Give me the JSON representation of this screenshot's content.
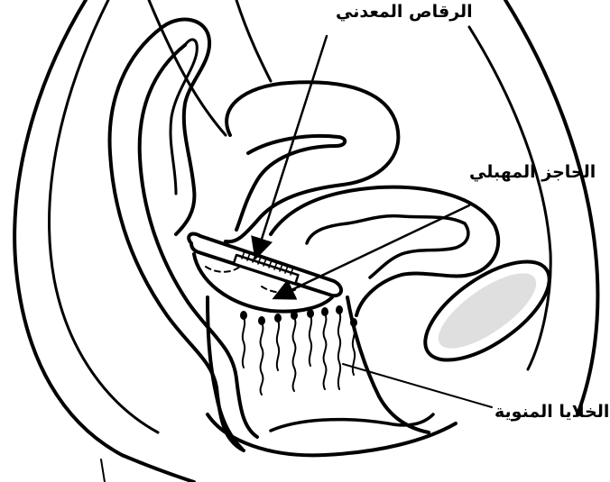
{
  "labels": {
    "coil": "الرقاص المعدني",
    "vaginal_barrier": "الحاجز المهبلي",
    "sperm_cells": "الخلايا المنوية"
  },
  "colors": {
    "ink": "#000000",
    "paper": "#ffffff",
    "stipple": "#b8b8b8"
  }
}
